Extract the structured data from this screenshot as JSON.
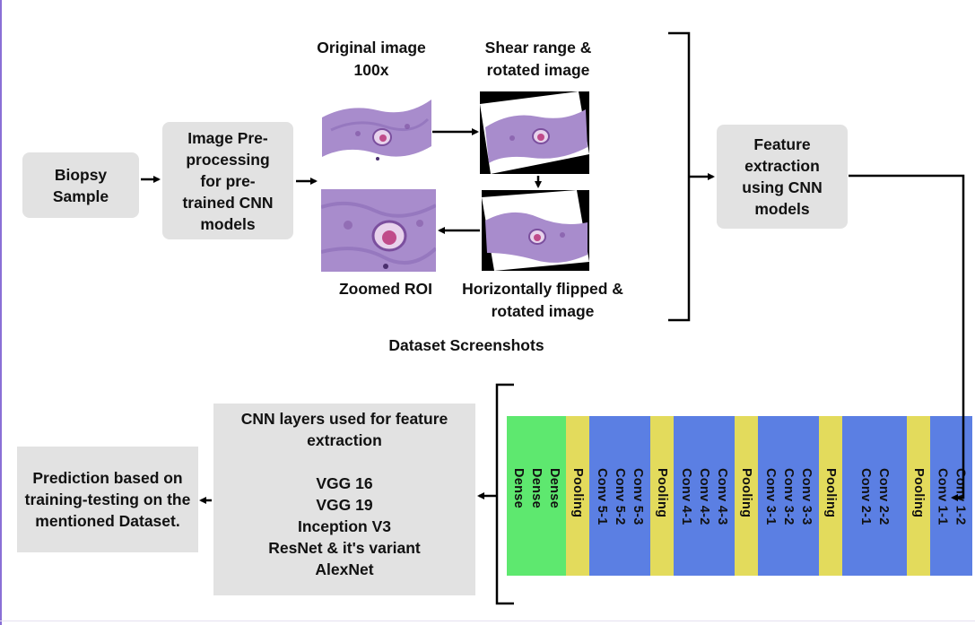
{
  "nodes": {
    "biopsy": "Biopsy Sample",
    "preprocessing": "Image Pre-processing for pre-trained CNN models",
    "feature_extraction": "Feature extraction using CNN models",
    "cnn_layers_title": "CNN layers used for feature extraction",
    "cnn_models": [
      "VGG 16",
      "VGG 19",
      "Inception V3",
      "ResNet & it's variant",
      "AlexNet"
    ],
    "prediction": "Prediction based on training-testing on the mentioned Dataset."
  },
  "image_labels": {
    "original": "Original image 100x",
    "shear": "Shear range & rotated image",
    "zoomed": "Zoomed ROI",
    "flipped": "Horizontally flipped & rotated image",
    "caption": "Dataset Screenshots"
  },
  "layers": [
    {
      "lines": [
        "Dense",
        "Dense",
        "Dense"
      ],
      "kind": "dense"
    },
    {
      "lines": [
        "Pooling"
      ],
      "kind": "pool"
    },
    {
      "lines": [
        "Conv 5-3",
        "Conv 5-2",
        "Conv 5-1"
      ],
      "kind": "conv"
    },
    {
      "lines": [
        "Pooling"
      ],
      "kind": "pool"
    },
    {
      "lines": [
        "Conv 4-3",
        "Conv 4-2",
        "Conv 4-1"
      ],
      "kind": "conv"
    },
    {
      "lines": [
        "Pooling"
      ],
      "kind": "pool"
    },
    {
      "lines": [
        "Conv 3-3",
        "Conv 3-2",
        "Conv 3-1"
      ],
      "kind": "conv"
    },
    {
      "lines": [
        "Pooling"
      ],
      "kind": "pool"
    },
    {
      "lines": [
        "Conv 2-2",
        "Conv 2-1"
      ],
      "kind": "conv"
    },
    {
      "lines": [
        "Pooling"
      ],
      "kind": "pool"
    },
    {
      "lines": [
        "Conv 1-2",
        "Conv 1-1"
      ],
      "kind": "conv"
    }
  ],
  "colors": {
    "box_fill": "#e2e2e2",
    "dense": "#5ee86f",
    "pool": "#e3db5c",
    "conv": "#5b7fe3",
    "tissue": "#a88ccc",
    "arrow": "#000000"
  }
}
